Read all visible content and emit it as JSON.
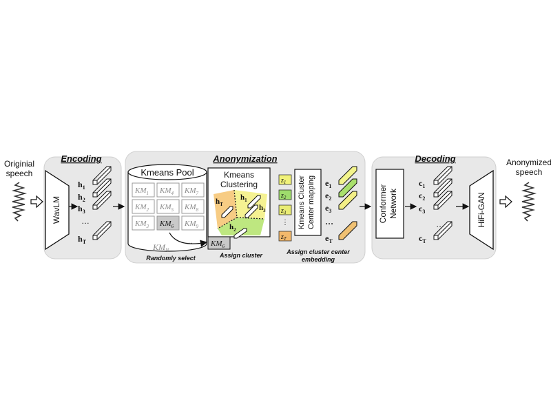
{
  "input": {
    "label_line1": "Originial",
    "label_line2": "speech"
  },
  "output": {
    "label_line1": "Anonymized",
    "label_line2": "speech"
  },
  "encoding": {
    "title": "Encoding",
    "model": "WavLM",
    "vectors": [
      "h",
      "h",
      "h",
      "…",
      "h"
    ],
    "subs": [
      "1",
      "2",
      "3",
      "",
      "T"
    ]
  },
  "anonymization": {
    "title": "Anonymization",
    "pool_title": "Kmeans Pool",
    "pool_cells": [
      "1",
      "4",
      "7",
      "2",
      "5",
      "8",
      "3",
      "6",
      "9"
    ],
    "pool_last_sub": "N",
    "pool_ellipsis": "...",
    "km_prefix": "KM",
    "selected_sub": "6",
    "randomly_select": "Randomly select",
    "clustering_title_line1": "Kmeans",
    "clustering_title_line2": "Clustering",
    "cluster_vectors": [
      "h",
      "h",
      "h",
      "h"
    ],
    "cluster_subs": [
      "T",
      "1",
      "3",
      "2"
    ],
    "assign_cluster": "Assign cluster",
    "z_labels": [
      "z",
      "z",
      "z",
      "z"
    ],
    "z_subs": [
      "1",
      "2",
      "3",
      "T"
    ],
    "z_colors": [
      "#f1f27a",
      "#9edc6c",
      "#e9ec74",
      "#f3b86b"
    ],
    "mapping_line1": "Kmeans Cluster",
    "mapping_line2": "Center mapping",
    "e_labels": [
      "e",
      "e",
      "e",
      "…",
      "e"
    ],
    "e_subs": [
      "1",
      "2",
      "3",
      "",
      "T"
    ],
    "e_colors": [
      "#f3f48c",
      "#a9e06d",
      "#f2ee86",
      "#f2ef95",
      "#f0c173"
    ],
    "assign_center_line1": "Assign cluster center",
    "assign_center_line2": "embedding"
  },
  "decoding": {
    "title": "Decoding",
    "conformer_line1": "Conformer",
    "conformer_line2": "Network",
    "vectors": [
      "c",
      "c",
      "c",
      "…",
      "c"
    ],
    "subs": [
      "1",
      "2",
      "3",
      "",
      "T"
    ],
    "vocoder": "HiFi-GAN"
  }
}
